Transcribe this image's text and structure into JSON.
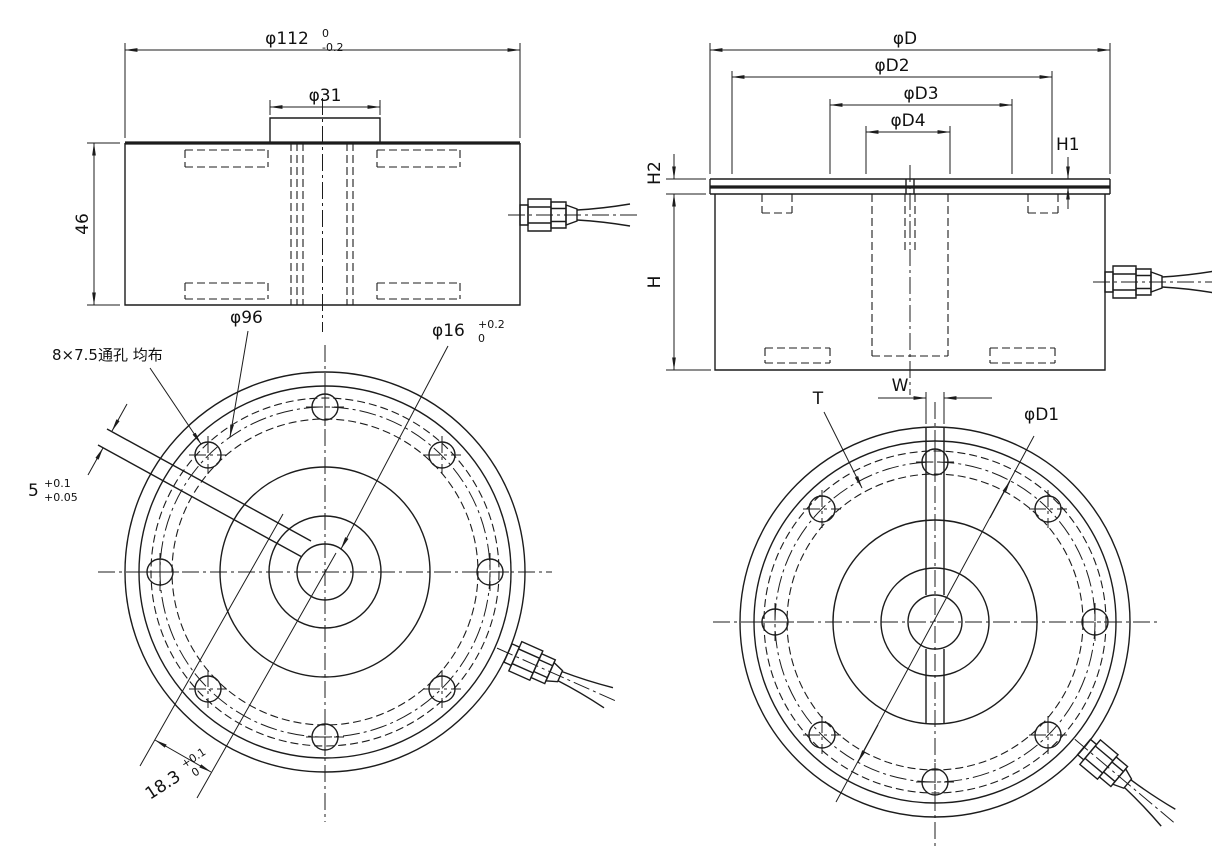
{
  "views": {
    "side_left": {
      "outer_dia": "φ112",
      "outer_dia_tol_up": "0",
      "outer_dia_tol_low": "-0.2",
      "boss_dia": "φ31",
      "height": "46"
    },
    "side_right": {
      "dia_d": "φD",
      "dia_d2": "φD2",
      "dia_d3": "φD3",
      "dia_d4": "φD4",
      "h1": "H1",
      "h2": "H2",
      "h": "H"
    },
    "front_left": {
      "holes_note": "8×7.5通孔 均布",
      "bolt_circle": "φ96",
      "center_hole": "φ16",
      "center_hole_tol_up": "+0.2",
      "center_hole_tol_low": "0",
      "slot_width": "5",
      "slot_width_tol_up": "+0.1",
      "slot_width_tol_low": "+0.05",
      "slot_depth": "18.3",
      "slot_depth_tol_up": "+0.1",
      "slot_depth_tol_low": "0"
    },
    "front_right": {
      "thickness": "T",
      "slot_width": "W",
      "dia_d1": "φD1"
    }
  }
}
